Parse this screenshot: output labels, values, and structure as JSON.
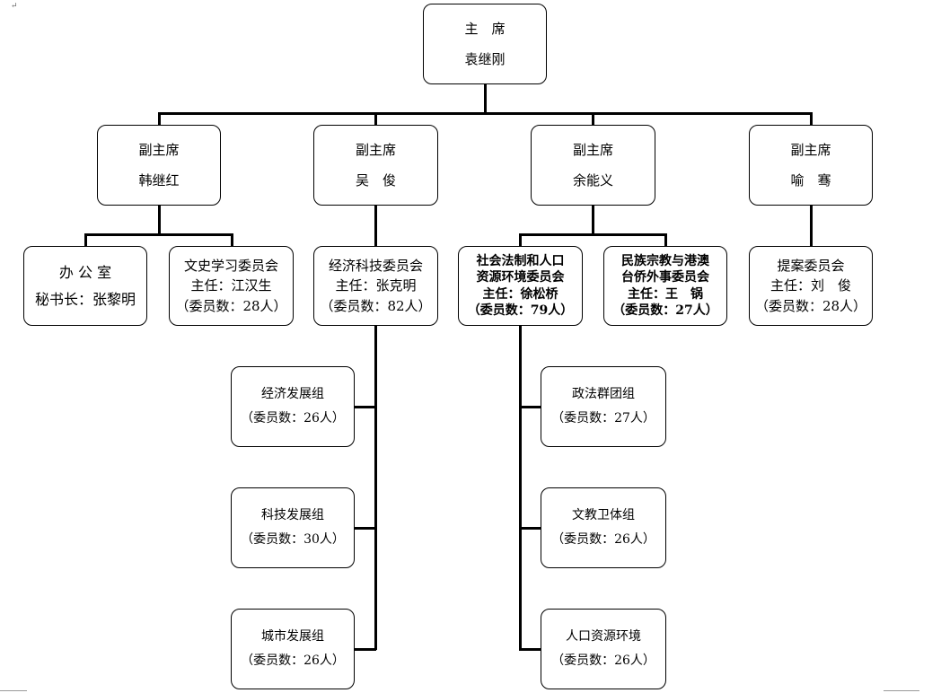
{
  "chairman": {
    "title": "主　席",
    "name": "袁继刚"
  },
  "vice_chairs": [
    {
      "title": "副主席",
      "name": "韩继红"
    },
    {
      "title": "副主席",
      "name": "吴　俊"
    },
    {
      "title": "副主席",
      "name": "余能义"
    },
    {
      "title": "副主席",
      "name": "喻　骞"
    }
  ],
  "committees": [
    {
      "name": "办 公 室",
      "line2": "秘书长：张黎明",
      "line3": ""
    },
    {
      "name": "文史学习委员会",
      "line2": "主任：江汉生",
      "line3": "（委员数：28人）"
    },
    {
      "name": "经济科技委员会",
      "line2": "主任：张克明",
      "line3": "（委员数：82人）"
    },
    {
      "name": "社会法制和人口",
      "name2": "资源环境委员会",
      "line2": "主任：徐松桥",
      "line3": "（委员数：79人）"
    },
    {
      "name": "民族宗教与港澳",
      "name2": "台侨外事委员会",
      "line2": "主任：王　锅",
      "line3": "（委员数：27人）"
    },
    {
      "name": "提案委员会",
      "line2": "主任：刘　俊",
      "line3": "（委员数：28人）"
    }
  ],
  "econ_groups": [
    {
      "name": "经济发展组",
      "members": "（委员数：26人）"
    },
    {
      "name": "科技发展组",
      "members": "（委员数：30人）"
    },
    {
      "name": "城市发展组",
      "members": "（委员数：26人）"
    }
  ],
  "social_groups": [
    {
      "name": "政法群团组",
      "members": "（委员数：27人）"
    },
    {
      "name": "文教卫体组",
      "members": "（委员数：26人）"
    },
    {
      "name": "人口资源环境",
      "members": "（委员数：26人）"
    }
  ]
}
